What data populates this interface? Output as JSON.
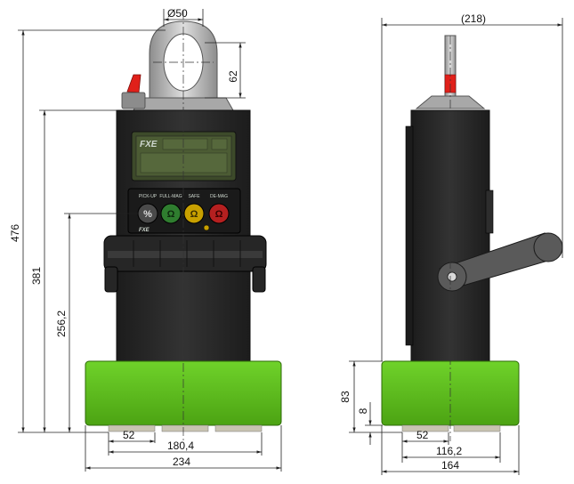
{
  "front_view": {
    "dimensions": {
      "eye_diameter": "Ø50",
      "eye_height": "62",
      "overall_height": "476",
      "body_height": "381",
      "control_height": "256,2",
      "pole_width": "52",
      "pole_span": "180,4",
      "base_width": "234"
    },
    "display": {
      "brand": "FXE"
    },
    "buttons": [
      {
        "label": "PICK-UP",
        "symbol": "%",
        "color": "#4a4a4a"
      },
      {
        "label": "FULL-MAG",
        "symbol": "Ω",
        "color": "#2f7d2f"
      },
      {
        "label": "SAFE",
        "symbol": "Ω",
        "color": "#c8a000"
      },
      {
        "label": "DE-MAG",
        "symbol": "Ω",
        "color": "#b52020"
      }
    ],
    "footer_brand": "FXE"
  },
  "side_view": {
    "dimensions": {
      "overall_depth": "(218)",
      "base_height": "83",
      "pole_height": "8",
      "pole_width": "52",
      "pole_span": "116,2",
      "base_depth": "164"
    }
  },
  "colors": {
    "base_green": "#5fbf1e",
    "body_dark": "#2a2a2a",
    "lever_gray": "#5a5a5a",
    "shackle_gray": "#bdbdbd",
    "handle_red": "#e0201a"
  }
}
